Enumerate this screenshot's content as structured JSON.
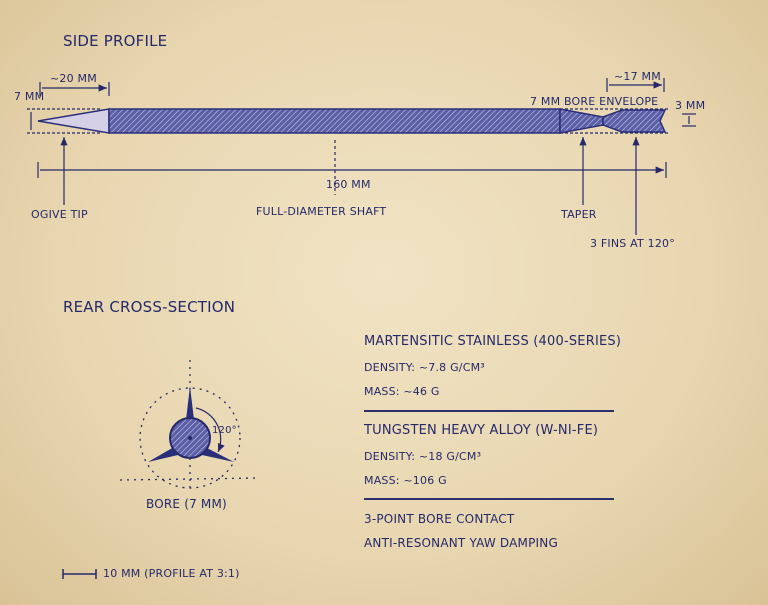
{
  "side_profile": {
    "title": "SIDE PROFILE",
    "dims": {
      "tip_length": "~20 MM",
      "diameter": "7 MM",
      "fin_length": "~17 MM",
      "bore_envelope": "7 MM BORE ENVELOPE",
      "fin_gap": "3 MM",
      "overall_length": "160 MM"
    },
    "callouts": {
      "tip": "OGIVE TIP",
      "shaft": "FULL-DIAMETER SHAFT",
      "taper": "TAPER",
      "fins": "3 FINS AT 120°"
    }
  },
  "rear_cross_section": {
    "title": "REAR CROSS-SECTION",
    "angle": "120°",
    "label": "BORE (7 MM)"
  },
  "materials": [
    {
      "name": "MARTENSITIC STAINLESS (400-SERIES)",
      "density": "DENSITY: ~7.8 G/CM³",
      "mass": "MASS: ~46 G"
    },
    {
      "name": "TUNGSTEN HEAVY ALLOY (W-NI-FE)",
      "density": "DENSITY: ~18 G/CM³",
      "mass": "MASS: ~106 G"
    }
  ],
  "notes": [
    "3-POINT BORE CONTACT",
    "ANTI-RESONANT YAW DAMPING"
  ],
  "scale_bar": {
    "label": "10 MM (PROFILE AT 3:1)"
  },
  "colors": {
    "ink": "#25296a",
    "paper": "#ecdcb8"
  }
}
